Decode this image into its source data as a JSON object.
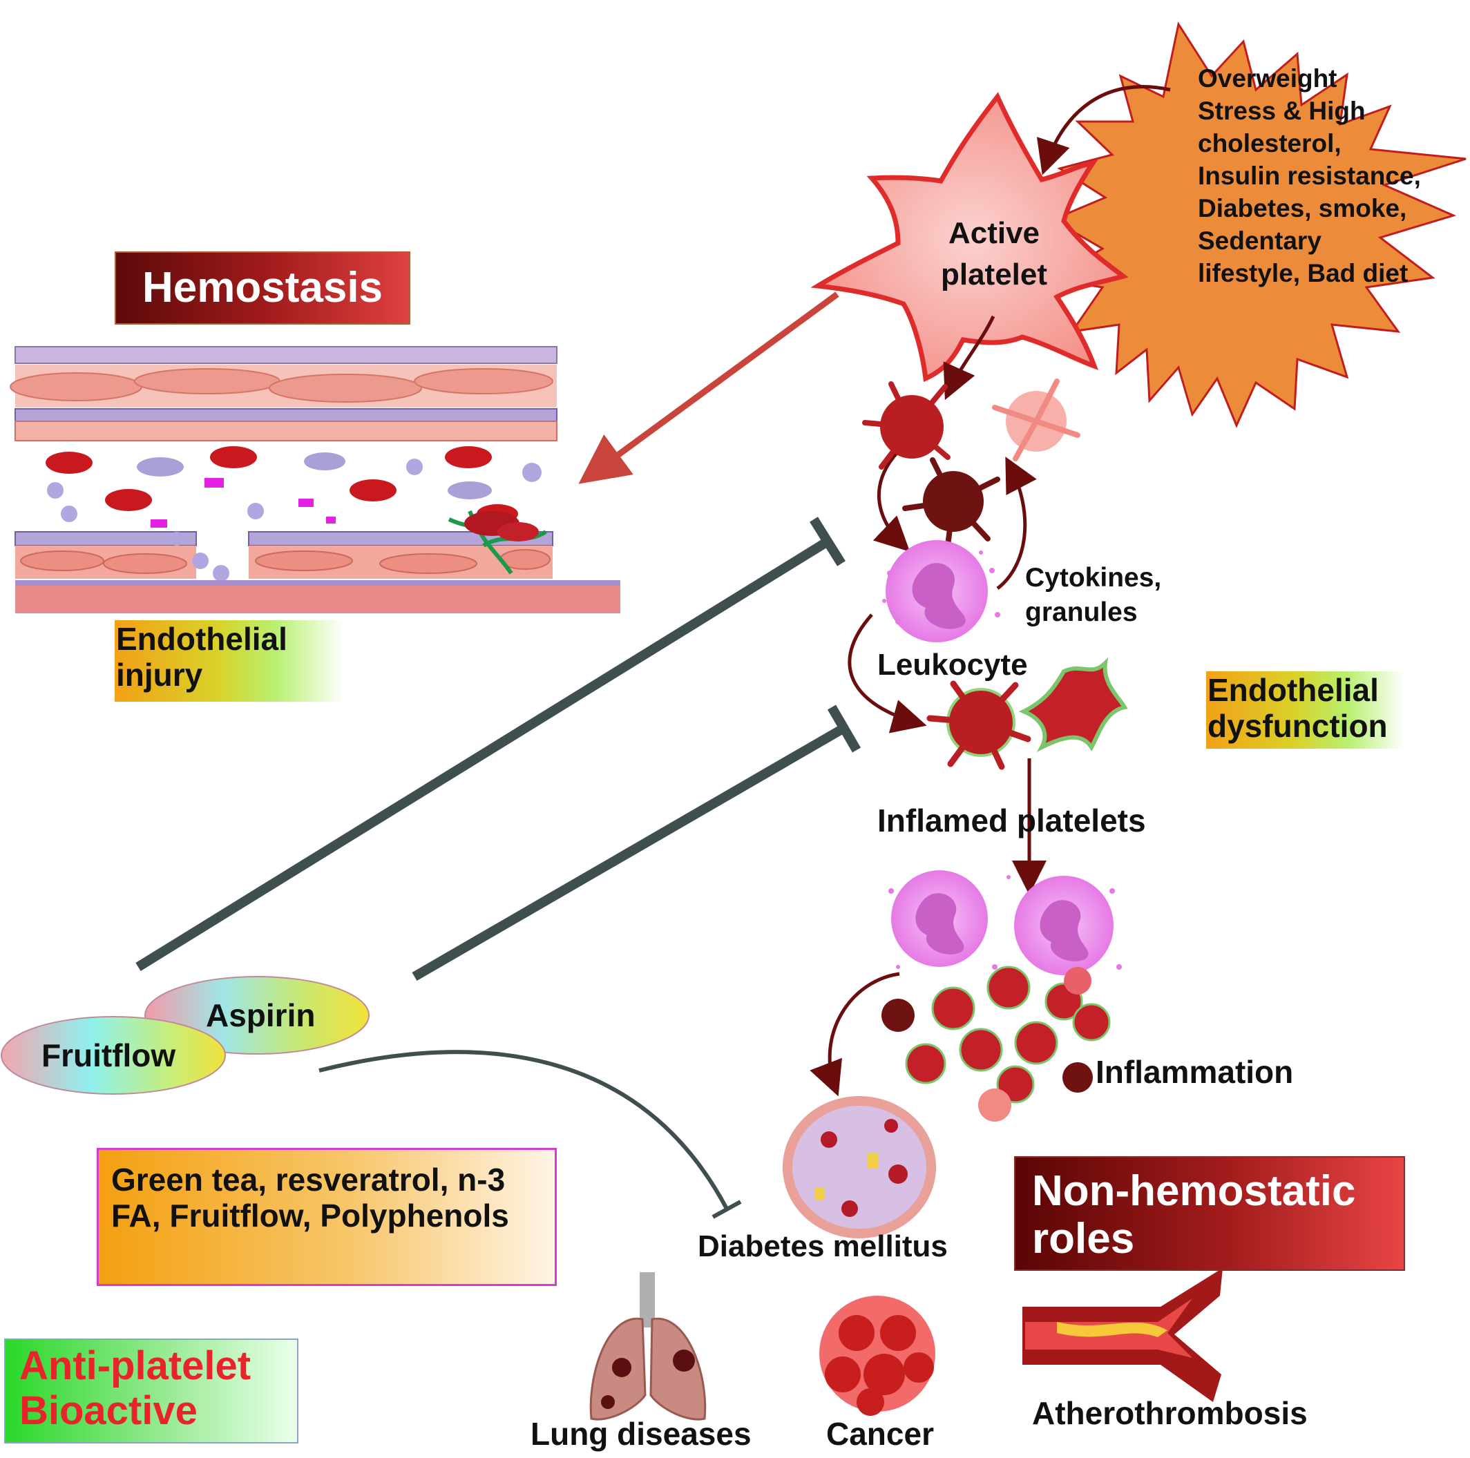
{
  "titles": {
    "hemostasis": "Hemostasis",
    "non_hemostatic_roles": "Non-hemostatic roles",
    "anti_platelet_bioactive": "Anti-platelet Bioactive"
  },
  "labels": {
    "endothelial_injury": "Endothelial injury",
    "endothelial_dysfunction": "Endothelial dysfunction",
    "active_platelet": "Active platelet",
    "cytokines_granules": "Cytokines, granules",
    "leukocyte": "Leukocyte",
    "inflamed_platelets": "Inflamed platelets",
    "inflammation": "Inflammation",
    "diabetes_mellitus": "Diabetes mellitus",
    "lung_diseases": "Lung diseases",
    "cancer": "Cancer",
    "atherothrombosis": "Atherothrombosis",
    "aspirin": "Aspirin",
    "fruitflow": "Fruitflow"
  },
  "risk_factors": [
    "Overweight",
    "Stress & High",
    "cholesterol,",
    "Insulin resistance,",
    "Diabetes, smoke,",
    "Sedentary",
    "lifestyle, Bad diet"
  ],
  "bioactives": "Green tea, resveratrol, n-3 FA, Fruitflow, Polyphenols",
  "colors": {
    "burst": "#ec8c3a",
    "burst_stroke": "#c21d1d",
    "arrow": "#6b0d0d",
    "inhibitor": "#3f4f4f",
    "platelet_fill": "#f7a5a0",
    "platelet_stroke": "#e02b2b",
    "leukocyte": "#ee99ee",
    "title_text_red": "#e8242a"
  }
}
